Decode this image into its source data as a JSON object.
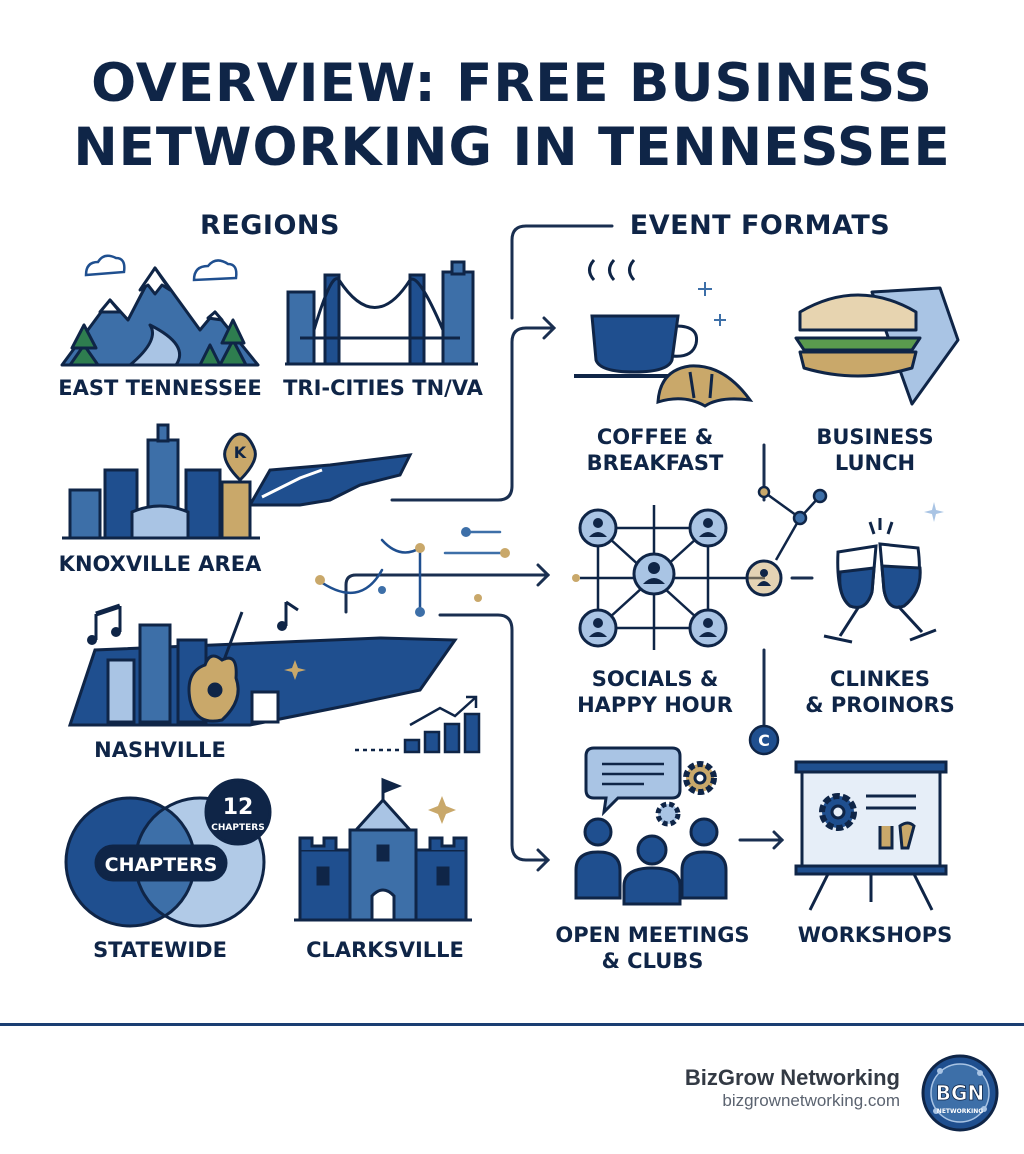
{
  "title": {
    "line1": "OVERVIEW: FREE BUSINESS",
    "line2": "NETWORKING IN TENNESSEE"
  },
  "regions": {
    "heading": "REGIONS",
    "east_tennessee": "EAST TENNESSEE",
    "tri_cities": "TRI-CITIES TN/VA",
    "knoxville": "KNOXVILLE AREA",
    "knoxville_pin": "K",
    "nashville": "NASHVILLE",
    "statewide": "STATEWIDE",
    "chapters_badge_number": "12",
    "chapters_badge_word": "CHAPTERS",
    "chapters_pill": "CHAPTERS",
    "clarksville": "CLARKSVILLE"
  },
  "formats": {
    "heading": "EVENT FORMATS",
    "coffee": {
      "line1": "COFFEE &",
      "line2": "BREAKFAST"
    },
    "lunch": {
      "line1": "BUSINESS",
      "line2": "LUNCH"
    },
    "socials": {
      "line1": "SOCIALS &",
      "line2": "HAPPY HOUR"
    },
    "clinkes": {
      "line1": "CLINKES",
      "line2": "& PROINORS"
    },
    "node_letter": "C",
    "meetings": {
      "line1": "OPEN MEETINGS",
      "line2": "& CLUBS"
    },
    "workshops": "WORKSHOPS"
  },
  "footer": {
    "brand": "BizGrow Networking",
    "url": "bizgrownetworking.com",
    "logo_text": "BGN",
    "logo_subtext": "NETWORKING"
  },
  "colors": {
    "navy": "#0f2547",
    "blue": "#1f4f8f",
    "mid_blue": "#3d6fa8",
    "light_blue": "#a9c4e4",
    "gold": "#c9a86a",
    "green": "#2e7d4f"
  }
}
